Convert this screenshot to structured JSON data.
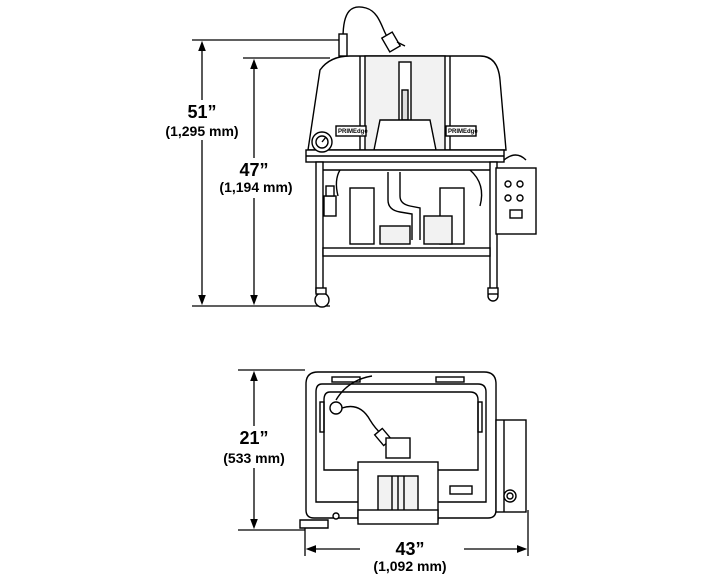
{
  "dimensions": {
    "height_overall": {
      "in": "51”",
      "mm": "(1,295 mm)"
    },
    "height_work": {
      "in": "47”",
      "mm": "(1,194 mm)"
    },
    "depth": {
      "in": "21”",
      "mm": "(533 mm)"
    },
    "width": {
      "in": "43”",
      "mm": "(1,092 mm)"
    }
  },
  "machine": {
    "brand_label_left": "PRIMEdge",
    "brand_label_right": "PRIMEdge"
  },
  "colors": {
    "line": "#000000",
    "fill": "#ffffff",
    "shade": "#e6e6e6"
  }
}
